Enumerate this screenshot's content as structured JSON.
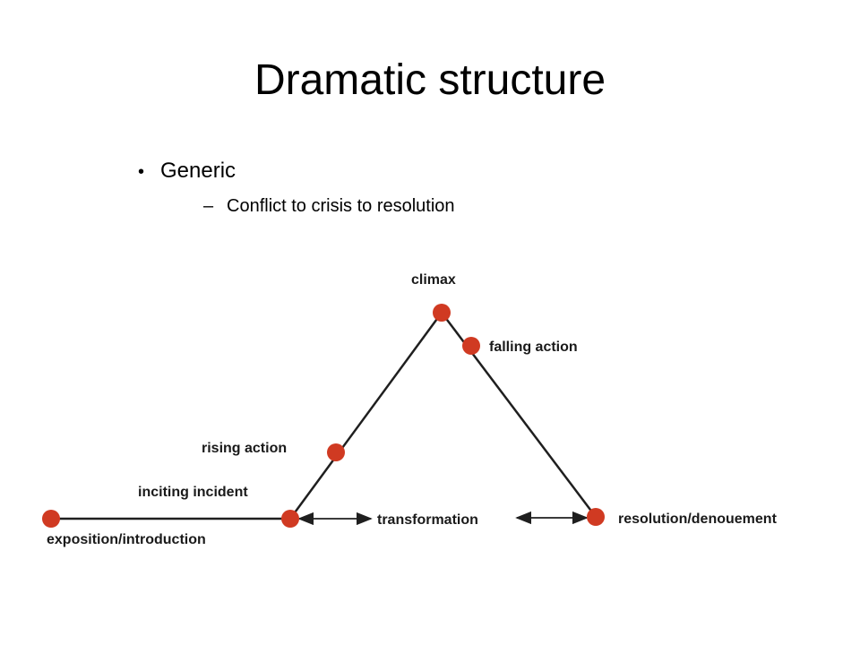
{
  "slide": {
    "title": "Dramatic structure",
    "bullets": [
      {
        "text": "Generic",
        "sub": [
          "Conflict to crisis to resolution"
        ]
      }
    ]
  },
  "diagram": {
    "labels": {
      "climax": "climax",
      "falling_action": "falling action",
      "rising_action": "rising action",
      "inciting_incident": "inciting incident",
      "transformation": "transformation",
      "resolution": "resolution/denouement",
      "exposition": "exposition/introduction"
    },
    "colors": {
      "node": "#d03a22",
      "line": "#1f1f1f"
    }
  }
}
